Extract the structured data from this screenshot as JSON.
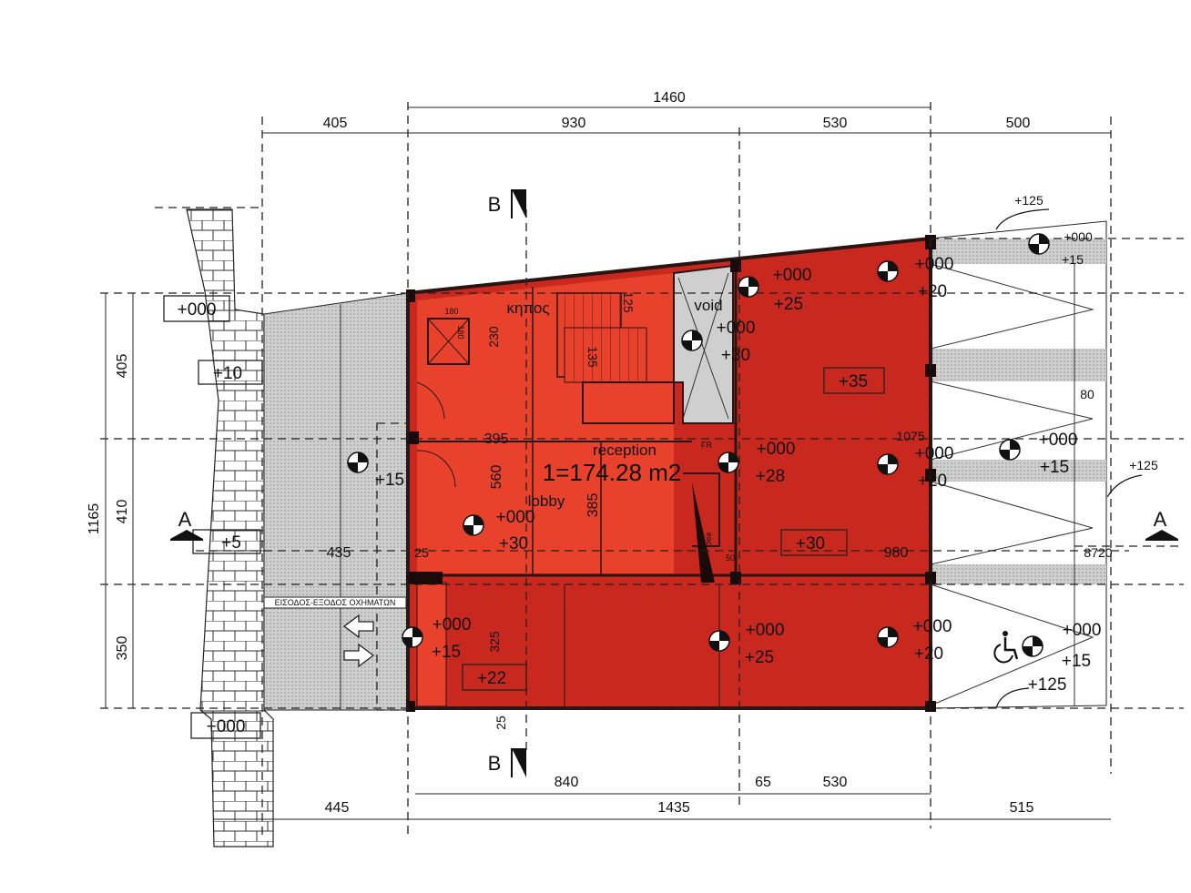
{
  "colors": {
    "area_dark": "#c8281e",
    "area_light": "#e8412c",
    "wall": "#2a1414",
    "paving": "#c9c9c9",
    "background": "#ffffff"
  },
  "dimensions": {
    "top_total": "1460",
    "top_left": "405",
    "top_930": "930",
    "top_530": "530",
    "top_500": "500",
    "left_total": "1165",
    "left_405": "405",
    "left_410": "410",
    "left_350": "350",
    "bottom_840": "840",
    "bottom_65": "65",
    "bottom_530": "530",
    "bottom_1435": "1435",
    "bottom_515": "515",
    "bottom_445": "445",
    "inner_395": "395",
    "inner_560": "560",
    "inner_385": "385",
    "inner_435": "435",
    "inner_25a": "25",
    "inner_25b": "25",
    "inner_325": "325",
    "inner_980": "980",
    "inner_1075": "1075",
    "inner_80": "80",
    "inner_8720": "8720",
    "inner_50": "50",
    "stair_125": "125",
    "stair_135": "135",
    "stair_230": "230",
    "stair_180a": "180",
    "stair_180b": "180"
  },
  "levels": {
    "l_000_left_top": "+000",
    "l_10": "+10",
    "l_5": "+5",
    "l_000_left_bottom": "+000",
    "l_15_left": "+15",
    "l_000_lobby": "+000",
    "l_30_lobby": "+30",
    "l_000_void": "+000",
    "l_30_void": "+30",
    "l_000_mid_top": "+000",
    "l_25_mid_top": "+25",
    "l_35": "+35",
    "l_000_right_top": "+000",
    "l_20_right_top": "+20",
    "l_000_mid_mid": "+000",
    "l_28": "+28",
    "l_000_right_mid": "+000",
    "l_20_right_mid": "+20",
    "l_30_box": "+30",
    "l_000_out_top": "+000",
    "l_15_out_top": "+15",
    "l_125_top": "+125",
    "l_000_out_mid": "+000",
    "l_15_out_mid": "+15",
    "l_125_right": "+125",
    "l_000_bl": "+000",
    "l_15_bl": "+15",
    "l_22": "+22",
    "l_000_bm": "+000",
    "l_25_bm": "+25",
    "l_000_br": "+000",
    "l_20_br": "+20",
    "l_000_park": "+000",
    "l_15_park": "+15",
    "l_125_park": "+125"
  },
  "labels": {
    "kipos": "κηπος",
    "void": "void",
    "reception": "reception",
    "lobby": "lobby",
    "area": "1=174.28 m2",
    "entrance": "ΕΙΣΟΔΟΣ-ΕΞΟΔΟΣ ΟΧΗΜΑΤΩΝ",
    "fr": "FR",
    "eac": "eac"
  },
  "sections": {
    "b_top": "B",
    "b_bottom": "B",
    "a_left": "A",
    "a_right": "A"
  },
  "icons": {
    "level_marker": "cross-circle-icon",
    "wheelchair": "wheelchair-icon",
    "section_arrow": "section-arrow-icon",
    "direction_arrow": "outline-arrow-icon"
  }
}
